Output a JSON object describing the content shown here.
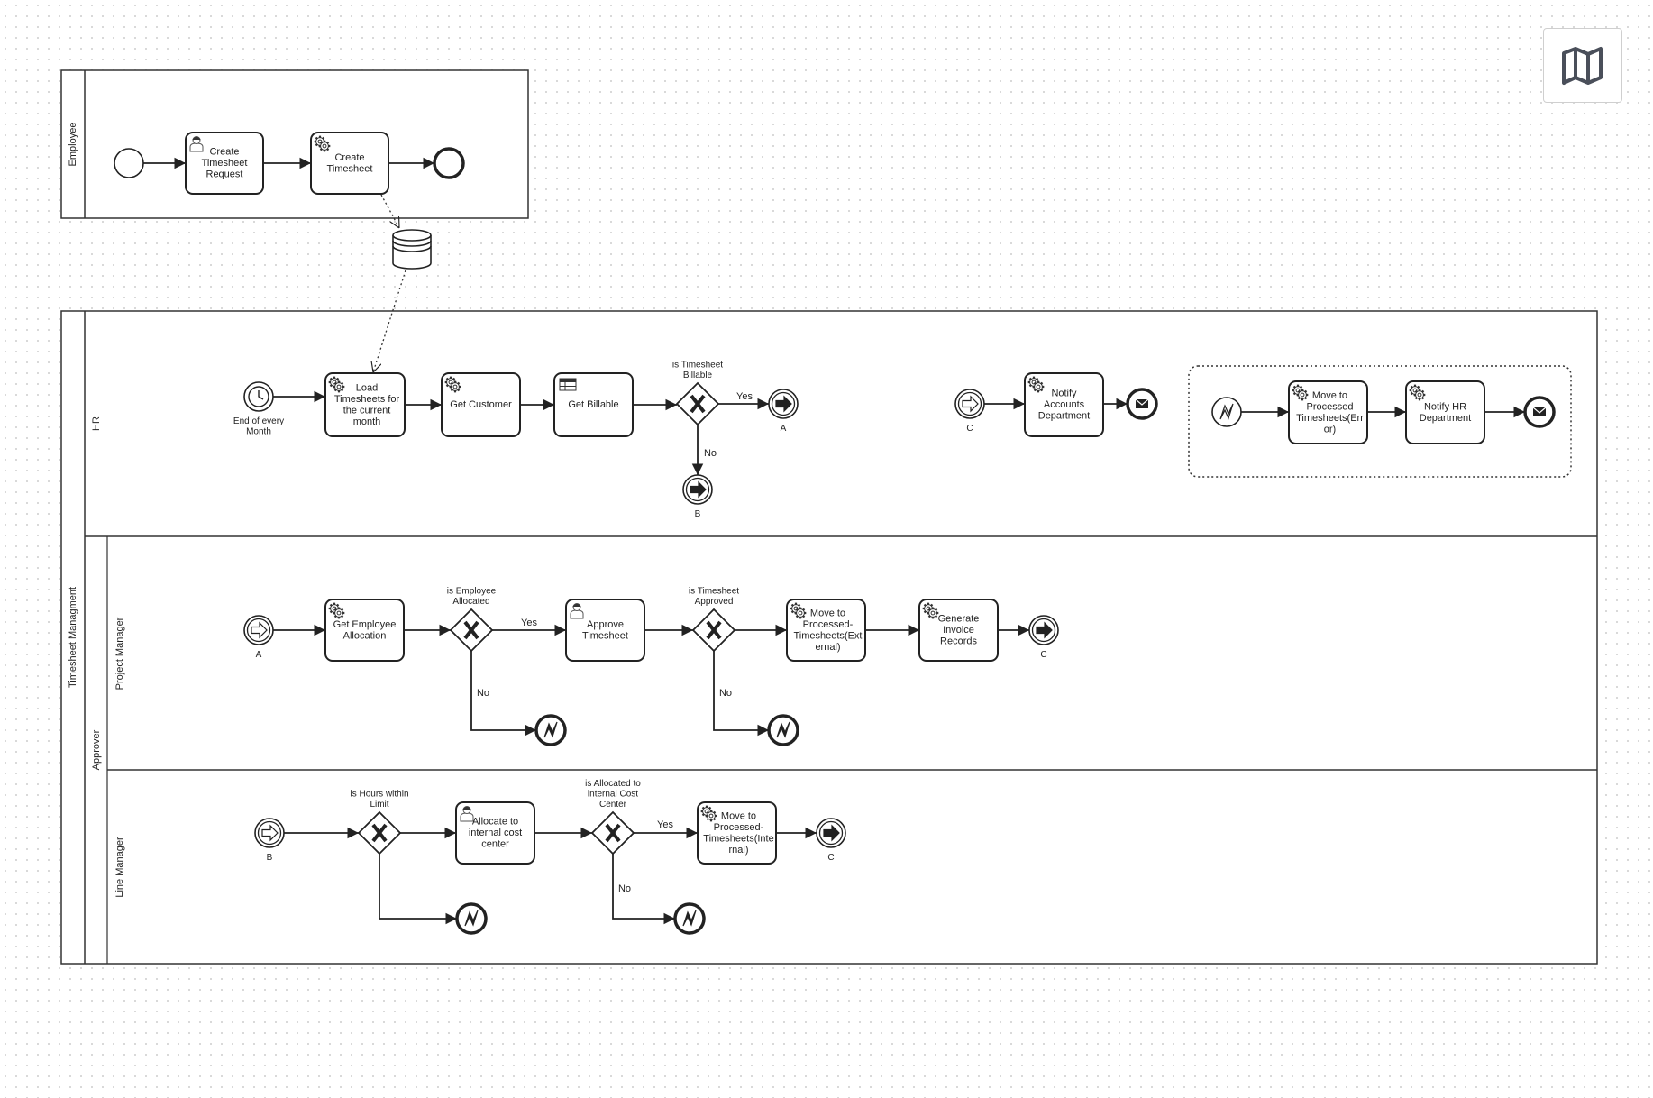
{
  "minimap_button": {
    "icon": "map-icon",
    "tooltip": ""
  },
  "colors": {
    "stroke": "#222222",
    "pool_fill": "#ffffff",
    "grid_dot": "#d6d6d6",
    "map_icon": "#4a4f5a"
  },
  "pools": [
    {
      "id": "employee",
      "label": "Employee"
    },
    {
      "id": "timesheet",
      "label": "Timesheet Managment",
      "lanes": [
        {
          "id": "hr",
          "label": "HR"
        },
        {
          "id": "approver",
          "label": "Approver",
          "lanes": [
            {
              "id": "pm",
              "label": "Project Manager"
            },
            {
              "id": "lm",
              "label": "Line Manager"
            }
          ]
        }
      ]
    }
  ],
  "data_store": {
    "icon": "database-icon"
  },
  "nodes": {
    "emp_start": {
      "type": "start-event",
      "label": ""
    },
    "emp_t1": {
      "type": "user-task",
      "lines": [
        "Create",
        "Timesheet",
        "Request"
      ]
    },
    "emp_t2": {
      "type": "service-task",
      "lines": [
        "Create",
        "Timesheet"
      ]
    },
    "emp_end": {
      "type": "end-event",
      "label": ""
    },
    "hr_timer": {
      "type": "timer-start-event",
      "lines": [
        "End of every",
        "Month"
      ]
    },
    "hr_load": {
      "type": "service-task",
      "lines": [
        "Load",
        "Timesheets for",
        "the current",
        "month"
      ]
    },
    "hr_cust": {
      "type": "service-task",
      "lines": [
        "Get Customer"
      ]
    },
    "hr_bill": {
      "type": "business-rule-task",
      "lines": [
        "Get Billable"
      ]
    },
    "hr_gw": {
      "type": "exclusive-gateway",
      "lines": [
        "is Timesheet",
        "Billable"
      ]
    },
    "hr_linkA": {
      "type": "link-throw-event",
      "label": "A"
    },
    "hr_linkB": {
      "type": "link-throw-event",
      "label": "B"
    },
    "hr_linkC": {
      "type": "link-catch-event",
      "label": "C"
    },
    "hr_notify_acc": {
      "type": "service-task",
      "lines": [
        "Notify",
        "Accounts",
        "Department"
      ]
    },
    "hr_msg_end": {
      "type": "message-end-event",
      "label": ""
    },
    "sp_err_start": {
      "type": "error-start-event",
      "label": ""
    },
    "sp_move_err": {
      "type": "service-task",
      "lines": [
        "Move to",
        "Processed",
        "Timesheets(Err",
        "or)"
      ]
    },
    "sp_notify_hr": {
      "type": "service-task",
      "lines": [
        "Notify HR",
        "Department"
      ]
    },
    "sp_msg_end": {
      "type": "message-end-event",
      "label": ""
    },
    "pm_linkA": {
      "type": "link-catch-event",
      "label": "A"
    },
    "pm_alloc": {
      "type": "service-task",
      "lines": [
        "Get Employee",
        "Allocation"
      ]
    },
    "pm_gw1": {
      "type": "exclusive-gateway",
      "lines": [
        "is Employee",
        "Allocated"
      ]
    },
    "pm_approve": {
      "type": "user-task",
      "lines": [
        "Approve",
        "Timesheet"
      ]
    },
    "pm_gw2": {
      "type": "exclusive-gateway",
      "lines": [
        "is Timesheet",
        "Approved"
      ]
    },
    "pm_move_ext": {
      "type": "service-task",
      "lines": [
        "Move to",
        "Processed-",
        "Timesheets(Ext",
        "ernal)"
      ]
    },
    "pm_invoice": {
      "type": "service-task",
      "lines": [
        "Generate",
        "Invoice",
        "Records"
      ]
    },
    "pm_linkC": {
      "type": "link-throw-event",
      "label": "C"
    },
    "pm_err1": {
      "type": "error-end-event",
      "label": ""
    },
    "pm_err2": {
      "type": "error-end-event",
      "label": ""
    },
    "lm_linkB": {
      "type": "link-catch-event",
      "label": "B"
    },
    "lm_gw1": {
      "type": "exclusive-gateway",
      "lines": [
        "is Hours within",
        "Limit"
      ]
    },
    "lm_alloc": {
      "type": "user-task",
      "lines": [
        "Allocate to",
        "internal cost",
        "center"
      ]
    },
    "lm_gw2": {
      "type": "exclusive-gateway",
      "lines": [
        "is Allocated to",
        "internal Cost",
        "Center"
      ]
    },
    "lm_move_int": {
      "type": "service-task",
      "lines": [
        "Move to",
        "Processed-",
        "Timesheets(Inte",
        "rnal)"
      ]
    },
    "lm_linkC": {
      "type": "link-throw-event",
      "label": "C"
    },
    "lm_err1": {
      "type": "error-end-event",
      "label": ""
    },
    "lm_err2": {
      "type": "error-end-event",
      "label": ""
    }
  },
  "flow_labels": {
    "hr_yes": "Yes",
    "hr_no": "No",
    "pm_yes1": "Yes",
    "pm_no1": "No",
    "pm_no2": "No",
    "lm_yes2": "Yes",
    "lm_no2": "No"
  }
}
